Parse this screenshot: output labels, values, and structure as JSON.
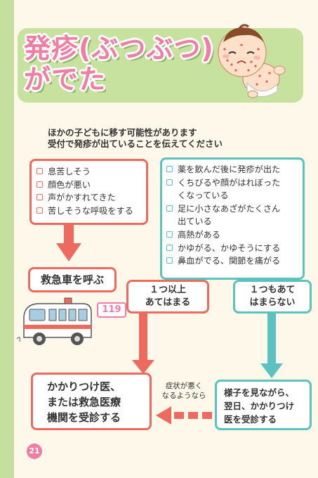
{
  "header": {
    "title_line1": "発疹(ぶつぶつ)",
    "title_line2": "がでた"
  },
  "intro": {
    "line1": "ほかの子どもに移す可能性があります",
    "line2": "受付で発疹が出ていることを伝えてください"
  },
  "red_checklist": [
    "息苦しそう",
    "顔色が悪い",
    "声がかすれてきた",
    "苦しそうな呼吸をする"
  ],
  "teal_checklist": [
    {
      "line1": "薬を飲んだ後に発疹が出た"
    },
    {
      "line1": "くちびるや顔がはれぼった",
      "line2": "くなっている"
    },
    {
      "line1": "足に小さなあざがたくさん",
      "line2": "出ている"
    },
    {
      "line1": "高熱がある"
    },
    {
      "line1": "かゆがる、かゆそうにする"
    },
    {
      "line1": "鼻血がでる、関節を痛がる"
    }
  ],
  "call_ambulance": "救急車を呼ぶ",
  "ambulance_number": "119",
  "one_or_more": {
    "line1": "１つ以上",
    "line2": "あてはまる"
  },
  "none_apply": {
    "line1": "１つもあて",
    "line2": "はまらない"
  },
  "visit_doctor": {
    "line1": "かかりつけ医、",
    "line2": "または救急医療",
    "line3": "機関を受診する"
  },
  "watch_next_day": {
    "line1": "様子を見ながら、",
    "line2": "翌日、かかりつけ",
    "line3": "医を受診する"
  },
  "if_worse": {
    "line1": "症状が悪く",
    "line2": "なるようなら"
  },
  "page_number": "21",
  "colors": {
    "pink": "#ef7ea2",
    "red": "#ec6b5e",
    "teal": "#5cc2c0",
    "green": "#c5df9f"
  }
}
